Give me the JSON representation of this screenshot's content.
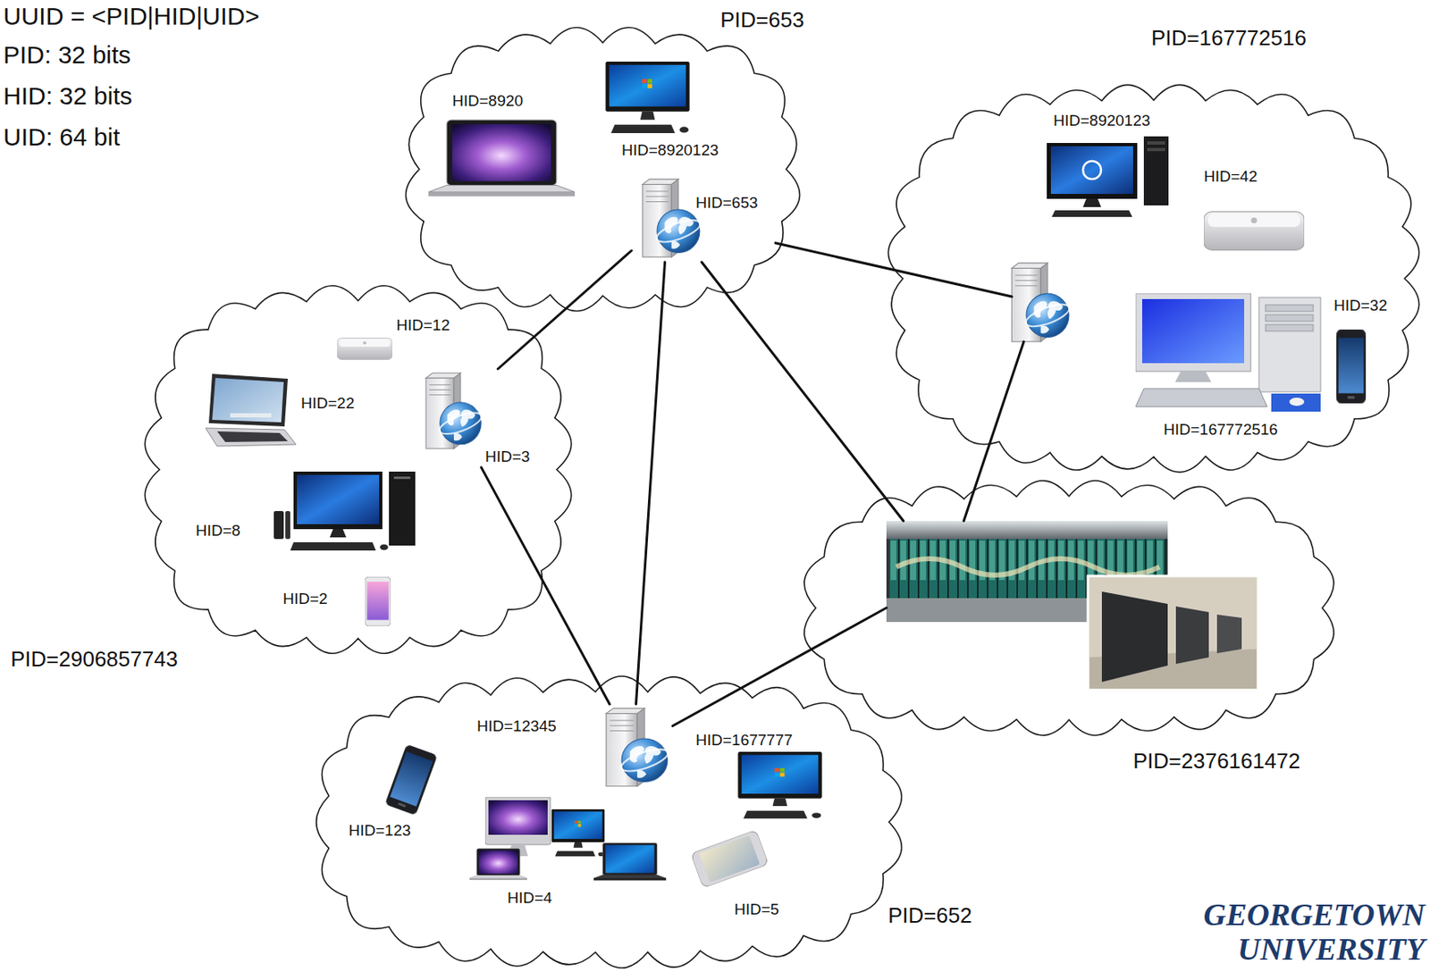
{
  "diagram": {
    "nodes": [
      {
        "text": [
          "PID=653"
        ]
      },
      {
        "text": [
          "HID=8920"
        ],
        "in": 0
      },
      {
        "text": [
          "HID=8920123"
        ],
        "in": 0
      },
      {
        "text": [
          "HID=653"
        ],
        "in": 0
      },
      {
        "text": [
          "PID=167772516"
        ]
      },
      {
        "text": [
          "HID=8920123"
        ],
        "in": 4
      },
      {
        "text": [
          "HID=42"
        ],
        "in": 4
      },
      {
        "text": [
          "HID=32"
        ],
        "in": 4
      },
      {
        "text": [
          "HID=167772516"
        ],
        "in": 4
      },
      {
        "text": [
          "PID=2906857743"
        ]
      },
      {
        "text": [
          "HID=12"
        ],
        "in": 9
      },
      {
        "text": [
          "HID=22"
        ],
        "in": 9
      },
      {
        "text": [
          "HID=3"
        ],
        "in": 9
      },
      {
        "text": [
          "HID=8"
        ],
        "in": 9
      },
      {
        "text": [
          "HID=2"
        ],
        "in": 9
      },
      {
        "text": [
          "PID=2376161472"
        ]
      },
      {
        "text": [
          "PID=652"
        ]
      },
      {
        "text": [
          "HID=12345"
        ],
        "in": 16
      },
      {
        "text": [
          "HID=1677777"
        ],
        "in": 16
      },
      {
        "text": [
          "HID=123"
        ],
        "in": 16
      },
      {
        "text": [
          "HID=4"
        ],
        "in": 16
      },
      {
        "text": [
          "HID=5"
        ],
        "in": 16
      }
    ],
    "edges": [
      {
        "from": 3,
        "to": 12,
        "arrow": "none"
      },
      {
        "from": 3,
        "to": 17,
        "arrow": "none"
      },
      {
        "from": 3,
        "to": 15,
        "arrow": "none"
      },
      {
        "from": 3,
        "to": 4,
        "arrow": "none"
      },
      {
        "from": 12,
        "to": 17,
        "arrow": "none"
      },
      {
        "from": 17,
        "to": 15,
        "arrow": "none"
      },
      {
        "from": 4,
        "to": 15,
        "arrow": "none"
      }
    ],
    "labels": [
      "UUID = <PID|HID|UID>",
      "PID: 32 bits",
      "HID: 32 bits",
      "UID: 64 bit",
      "GEORGETOWN",
      "UNIVERSITY"
    ]
  }
}
